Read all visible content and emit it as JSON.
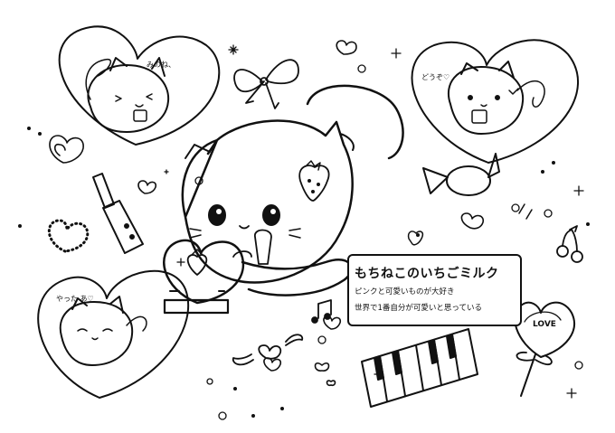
{
  "title": "もちねこのいちごミルク",
  "description": [
    "ピンクと可愛いものが大好き",
    "世界で1番自分が可愛いと思っている"
  ],
  "bubbles": {
    "top_left": "みのね、",
    "top_right": "どうぞ♡",
    "bottom_left": "やった あ♡"
  },
  "lollipop_text": "LOVE",
  "colors": {
    "line": "#111111",
    "background": "#ffffff"
  }
}
